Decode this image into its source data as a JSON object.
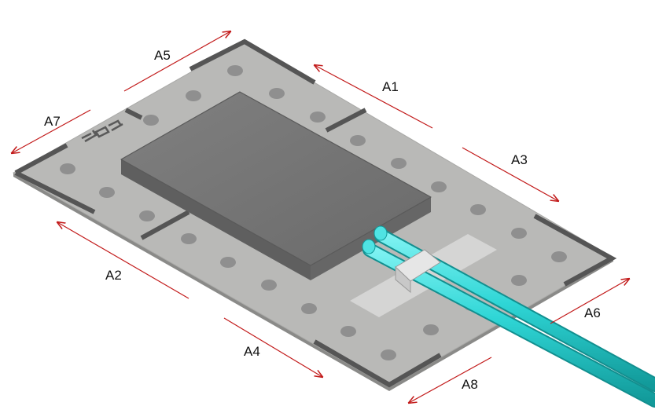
{
  "arrows": [
    {
      "id": "A1",
      "label": "A1"
    },
    {
      "id": "A2",
      "label": "A2"
    },
    {
      "id": "A3",
      "label": "A3"
    },
    {
      "id": "A4",
      "label": "A4"
    },
    {
      "id": "A5",
      "label": "A5"
    },
    {
      "id": "A6",
      "label": "A6"
    },
    {
      "id": "A7",
      "label": "A7"
    },
    {
      "id": "A8",
      "label": "A8"
    }
  ],
  "colors": {
    "plate": "#b9b9b7",
    "plate_edge": "#9a9a98",
    "dark_block": "#707070",
    "dark_block_top": "#7a7a7a",
    "corner_marks": "#555555",
    "dots": "#8f8f8f",
    "cable": "#2fd6d6",
    "cable_shadow": "#1aa9a9",
    "arrow": "#c21a1a",
    "clip": "#d8d8d8"
  }
}
